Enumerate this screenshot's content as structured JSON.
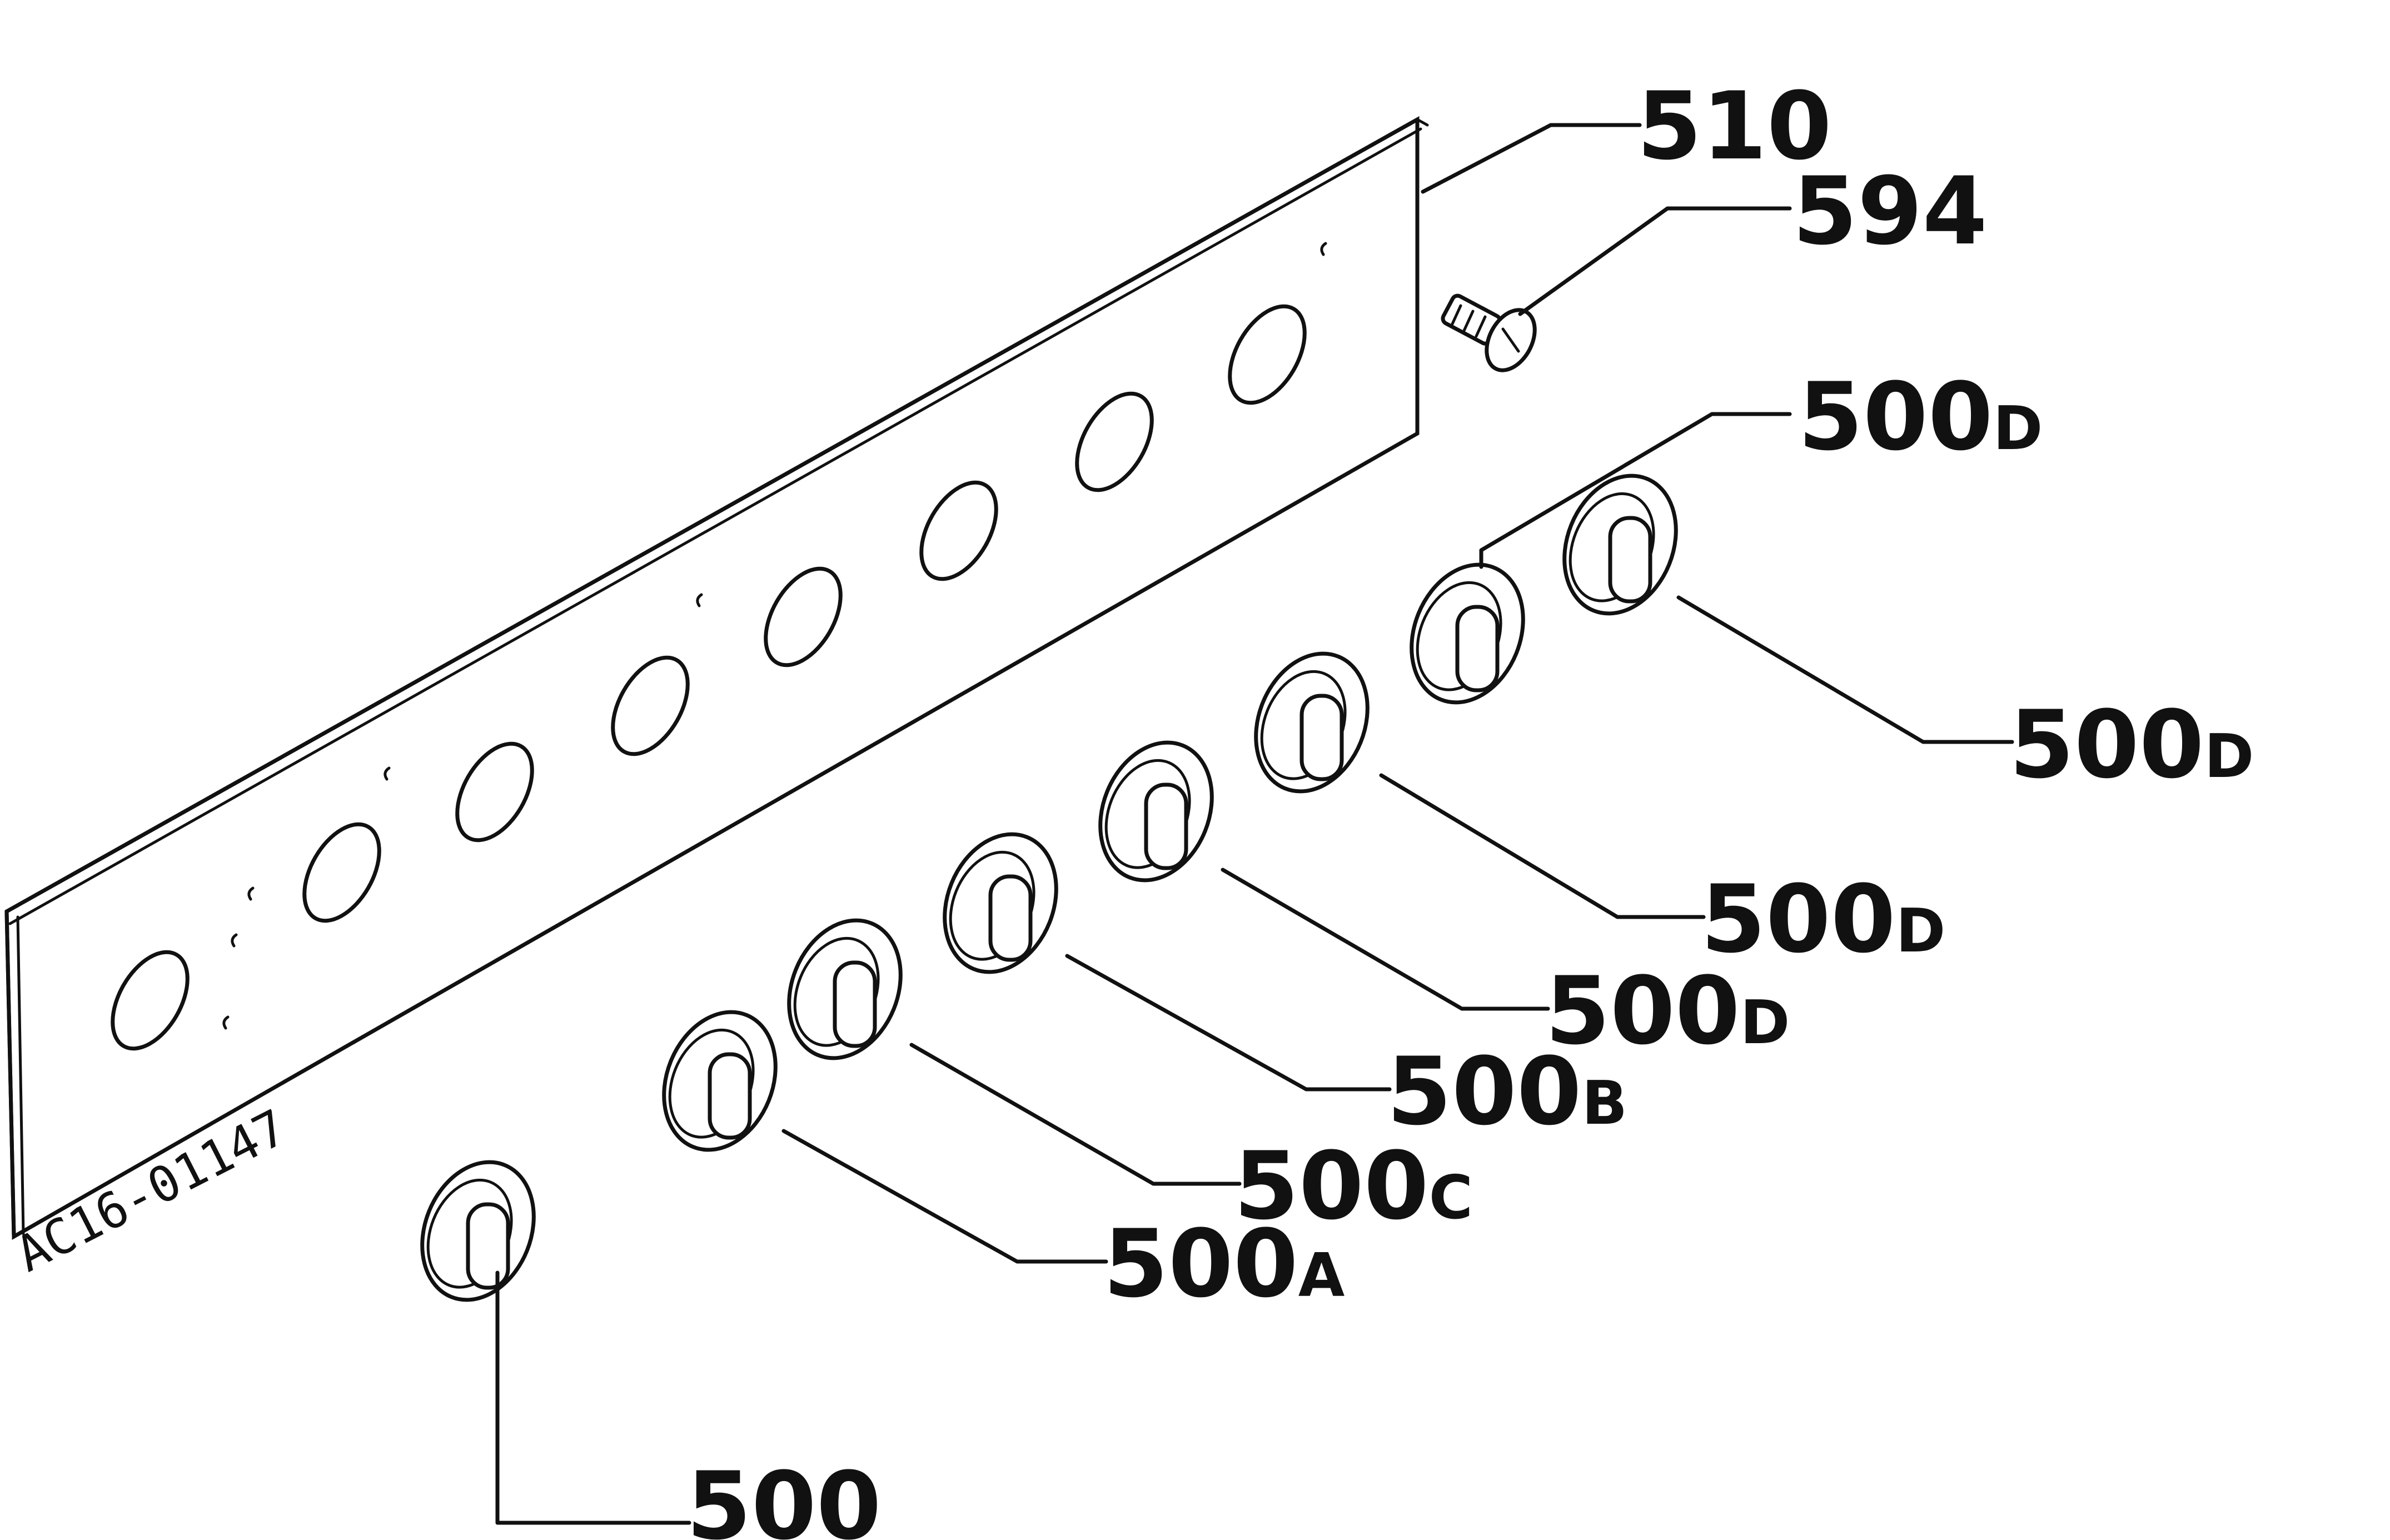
{
  "diagram": {
    "reference_code": "AC16-01147",
    "colors": {
      "ink": "#111111",
      "paper": "#ffffff"
    },
    "parts": [
      {
        "id": "510",
        "number": "510",
        "suffix": "",
        "depicts": "control panel"
      },
      {
        "id": "594",
        "number": "594",
        "suffix": "",
        "depicts": "screw"
      },
      {
        "id": "500D_top",
        "number": "500",
        "suffix": "D",
        "depicts": "knob"
      },
      {
        "id": "500D_right",
        "number": "500",
        "suffix": "D",
        "depicts": "knob"
      },
      {
        "id": "500D_mid",
        "number": "500",
        "suffix": "D",
        "depicts": "knob"
      },
      {
        "id": "500D_low",
        "number": "500",
        "suffix": "D",
        "depicts": "knob"
      },
      {
        "id": "500B",
        "number": "500",
        "suffix": "B",
        "depicts": "knob"
      },
      {
        "id": "500C",
        "number": "500",
        "suffix": "C",
        "depicts": "knob"
      },
      {
        "id": "500A",
        "number": "500",
        "suffix": "A",
        "depicts": "knob"
      },
      {
        "id": "500",
        "number": "500",
        "suffix": "",
        "depicts": "knob"
      }
    ]
  }
}
